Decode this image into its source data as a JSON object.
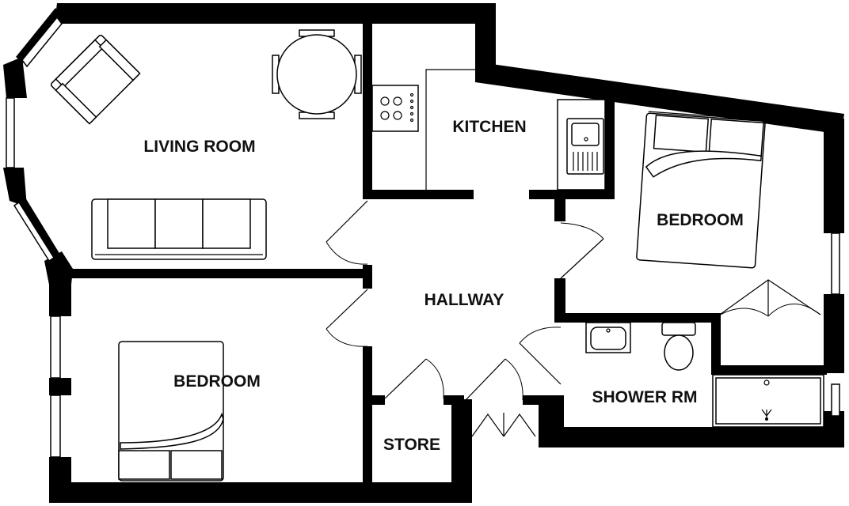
{
  "rooms": {
    "living_room": "LIVING ROOM",
    "kitchen": "KITCHEN",
    "bedroom_right": "BEDROOM",
    "hallway": "HALLWAY",
    "bedroom_left": "BEDROOM",
    "shower_room": "SHOWER RM",
    "store": "STORE"
  },
  "colors": {
    "wall": "#000000",
    "background": "#ffffff",
    "text": "#111111"
  },
  "icons": [
    "armchair-icon",
    "dining-table-icon",
    "sofa-icon",
    "hob-icon",
    "sink-icon",
    "double-bed-icon",
    "toilet-icon",
    "basin-icon",
    "shower-tray-icon",
    "wardrobe-icon",
    "door-swing-icon"
  ]
}
